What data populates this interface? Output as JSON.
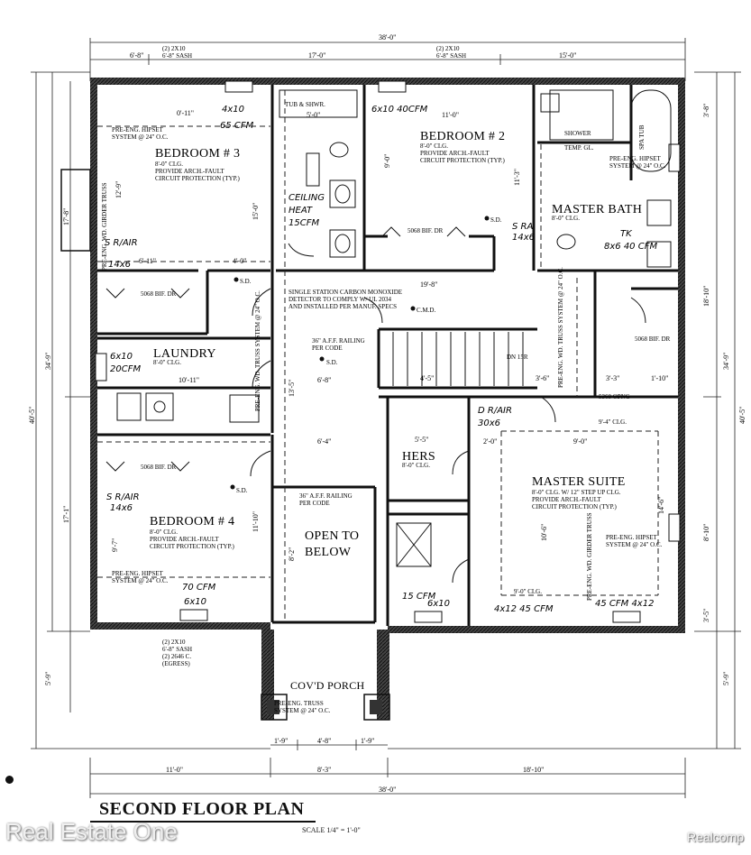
{
  "title": "SECOND FLOOR PLAN",
  "scale": "SCALE 1/4\" = 1'-0\"",
  "watermark_left": "Real Estate One",
  "watermark_right": "Realcomp",
  "rooms": [
    {
      "key": "bed3",
      "label": "BEDROOM # 3"
    },
    {
      "key": "bed2",
      "label": "BEDROOM # 2"
    },
    {
      "key": "bed4",
      "label": "BEDROOM # 4"
    },
    {
      "key": "master_bath",
      "label": "MASTER BATH"
    },
    {
      "key": "laundry",
      "label": "LAUNDRY"
    },
    {
      "key": "master_suite",
      "label": "MASTER SUITE"
    },
    {
      "key": "hers",
      "label": "HERS"
    },
    {
      "key": "open1",
      "label": "OPEN TO"
    },
    {
      "key": "open2",
      "label": "BELOW"
    },
    {
      "key": "porch",
      "label": "COV'D PORCH"
    }
  ],
  "notes": {
    "clg8": "8'-0\" CLG.",
    "arch1": "PROVIDE ARCH.-FAULT",
    "arch2": "CIRCUIT PROTECTION (TYP.)",
    "hipset1": "PRE-ENG. HIPSET",
    "hipset2": "SYSTEM @ 24\" O.C.",
    "co1": "SINGLE STATION CARBON MONOXIDE",
    "co2": "DETECTOR TO COMPLY W/ UL 2034",
    "co3": "AND INSTALLED PER MANUF. SPECS",
    "railing1": "36\" A.F.F. RAILING",
    "railing2": "PER CODE",
    "bif": "5068 BIF. DR",
    "sd": "S.D.",
    "cmd": "C.M.D.",
    "dn": "DN 15R",
    "shower": "SHOWER",
    "temp_gl": "TEMP. GL.",
    "spa_tub": "SPA TUB",
    "ms_clg1": "8'-0\" CLG. W/ 12\" STEP UP CLG.",
    "truss1": "PRE-ENG. WD. TRUSS SYSTEM @ 24\" O.C.",
    "girder": "PRE-ENG. WD. GIRDER TRUSS",
    "opng": "5368 OPNG",
    "tub": "TUB & SHWR.",
    "porch_truss1": "PRE-ENG. TRUSS",
    "porch_truss2": "SYSTEM @ 24\" O.C.",
    "sash1": "(2) 2X10",
    "sash2": "6'-8\" SASH",
    "sash3": "(2) 2646 C.",
    "sash4": "(EGRESS)",
    "clg_94": "9'-4\" CLG.",
    "clg_90": "9'-0\" CLG."
  },
  "handwritten": {
    "bed3_win": "4x10",
    "bed3_cfm": "65 CFM",
    "bed2_win": "6x10 40CFM",
    "ceiling_heat1": "CEILING",
    "ceiling_heat2": "HEAT",
    "ceiling_heat3": "15CFM",
    "sra1": "S R/AIR",
    "sra1b": "14x6",
    "sra2": "S RA",
    "sra2b": "14x6",
    "laundry1": "6x10",
    "laundry2": "20CFM",
    "mb_tk": "TK",
    "mb_cfm": "8x6 40 CFM",
    "dr_air1": "D R/AIR",
    "dr_air2": "30x6",
    "sra3": "S R/AIR",
    "sra3b": "14x6",
    "bed4_cfm": "70 CFM",
    "bed4_win": "6x10",
    "hers_cfm": "15 CFM",
    "hers_win": "6x10",
    "ms_win1": "4x12 45 CFM",
    "ms_win2": "45 CFM 4x12"
  },
  "dimensions": {
    "overall_w": "38'-0\"",
    "overall_h": "40'-5\"",
    "top_a": "6'-8\"",
    "top_b": "17'-0\"",
    "top_c": "15'-0\"",
    "bot_a": "11'-0\"",
    "bot_b": "8'-3\"",
    "bot_c": "18'-10\"",
    "bot_d": "1'-9\"",
    "bot_e": "4'-8\"",
    "bot_f": "1'-9\"",
    "left_a": "34'-9\"",
    "left_b": "17'-8\"",
    "left_c": "17'-1\"",
    "left_d": "5'-9\"",
    "right_a": "34'-9\"",
    "right_b": "18'-10\"",
    "right_c": "5'-9\"",
    "right_d": "8'-10\"",
    "right_e": "3'-5\"",
    "right_f": "3'-8\"",
    "d1": "0'-11\"",
    "d2": "12'-9\"",
    "d3": "15'-0\"",
    "d4": "11'-0\"",
    "d5": "9'-0\"",
    "d6": "11'-3\"",
    "d7": "19'-8\"",
    "d8": "10'-11\"",
    "d9": "6'-11\"",
    "d10": "4'-0\"",
    "d11": "6'-8\"",
    "d12": "6'-4\"",
    "d13": "13'-5\"",
    "d14": "9'-7\"",
    "d15": "11'-10\"",
    "d16": "8'-2\"",
    "d17": "5'-5\"",
    "d18": "9'-0\"",
    "d19": "10'-6\"",
    "d20": "14'-6\"",
    "d21": "4'-5\"",
    "d22": "3'-6\"",
    "d23": "3'-3\"",
    "d24": "1'-10\"",
    "d25": "5'-0\"",
    "d26": "2'-0\""
  }
}
